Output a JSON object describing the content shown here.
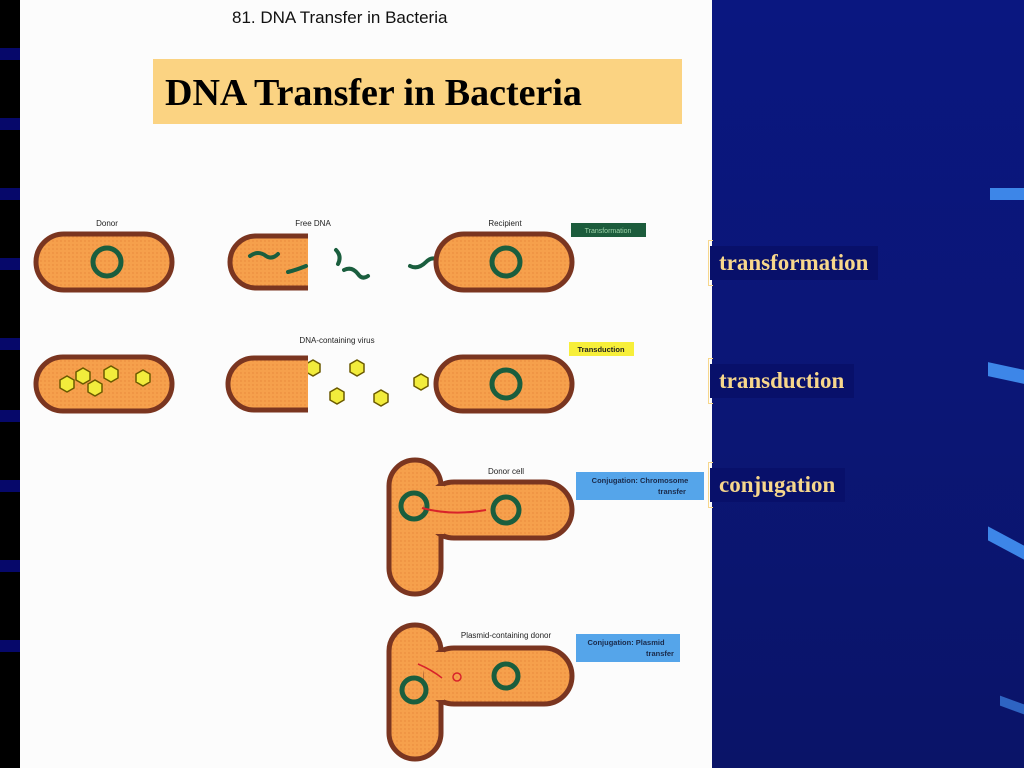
{
  "slide": {
    "title": "DNA Transfer in Bacteria",
    "figure_header": "81.  DNA Transfer in Bacteria"
  },
  "diagram": {
    "row_labels": {
      "donor": "Donor",
      "free_dna": "Free DNA",
      "recipient": "Recipient",
      "virus": "DNA-containing virus",
      "donor_cell": "Donor cell",
      "plasmid_donor": "Plasmid-containing donor"
    },
    "process_tags": {
      "transformation": "Transformation",
      "transduction": "Transduction",
      "conj_chromosome_1": "Conjugation: Chromosome",
      "conj_chromosome_2": "transfer",
      "conj_plasmid_1": "Conjugation: Plasmid",
      "conj_plasmid_2": "transfer"
    }
  },
  "terms": [
    "transformation",
    "transduction",
    "conjugation"
  ],
  "colors": {
    "slide_background": "#0a1780",
    "cell_fill": "#f6a04c",
    "cell_outline": "#7a3520",
    "dna": "#1a5e3e",
    "virus": "#f2ec3c",
    "term_text": "#f7d78c",
    "title_box": "#fbd382",
    "transformation_tag": "#1c5c3c",
    "transduction_tag": "#f7ef3a",
    "conjugation_tag": "#55a5ea"
  }
}
